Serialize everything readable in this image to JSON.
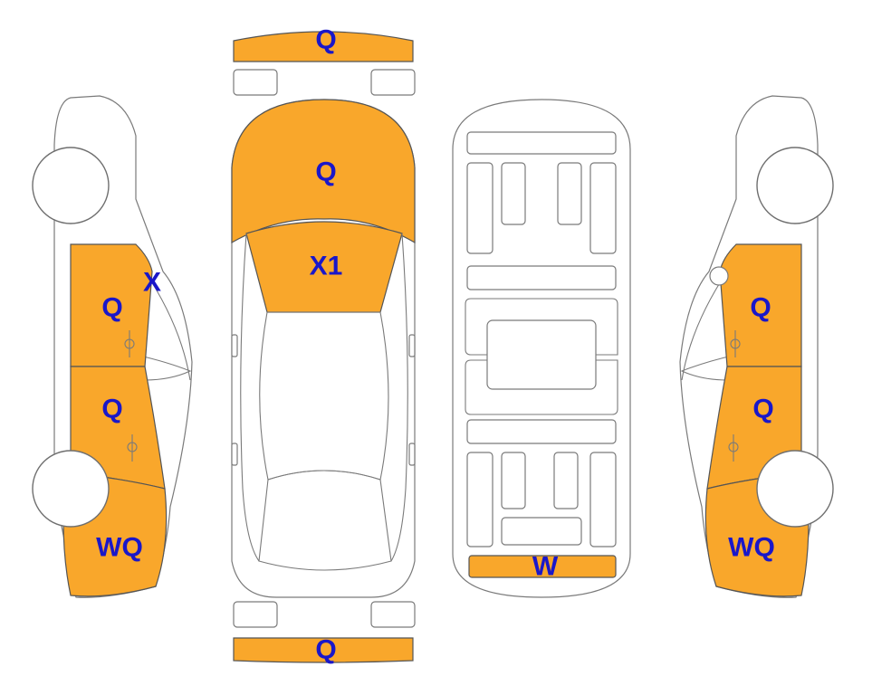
{
  "colors": {
    "damage_fill": "#F9A72B",
    "label": "#1A17C9",
    "outline": "#7A7A7A"
  },
  "labels": {
    "front_bumper": "Q",
    "hood": "Q",
    "windshield": "X1",
    "rear_bumper": "Q",
    "trunk_panel": "W",
    "left_front_door": "Q",
    "left_window": "X",
    "left_rear_door": "Q",
    "left_rear_quarter": "WQ",
    "right_front_door": "Q",
    "right_rear_door": "Q",
    "right_rear_quarter": "WQ"
  }
}
